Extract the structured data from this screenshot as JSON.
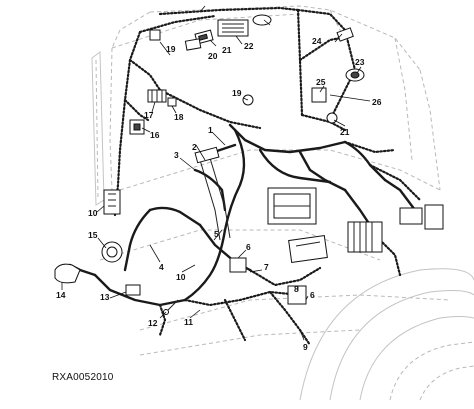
{
  "figure_id": "RXA0052010",
  "callouts": {
    "c1": "1",
    "c2": "2",
    "c3": "3",
    "c4": "4",
    "c5": "5",
    "c6a": "6",
    "c6b": "6",
    "c7": "7",
    "c8": "8",
    "c9": "9",
    "c10a": "10",
    "c10b": "10",
    "c11": "11",
    "c12": "12",
    "c13": "13",
    "c14": "14",
    "c15": "15",
    "c16": "16",
    "c17": "17",
    "c18": "18",
    "c19a": "19",
    "c19b": "19",
    "c20": "20",
    "c21a": "21",
    "c21b": "21",
    "c22": "22",
    "c23": "23",
    "c24": "24",
    "c25": "25",
    "c26": "26"
  }
}
